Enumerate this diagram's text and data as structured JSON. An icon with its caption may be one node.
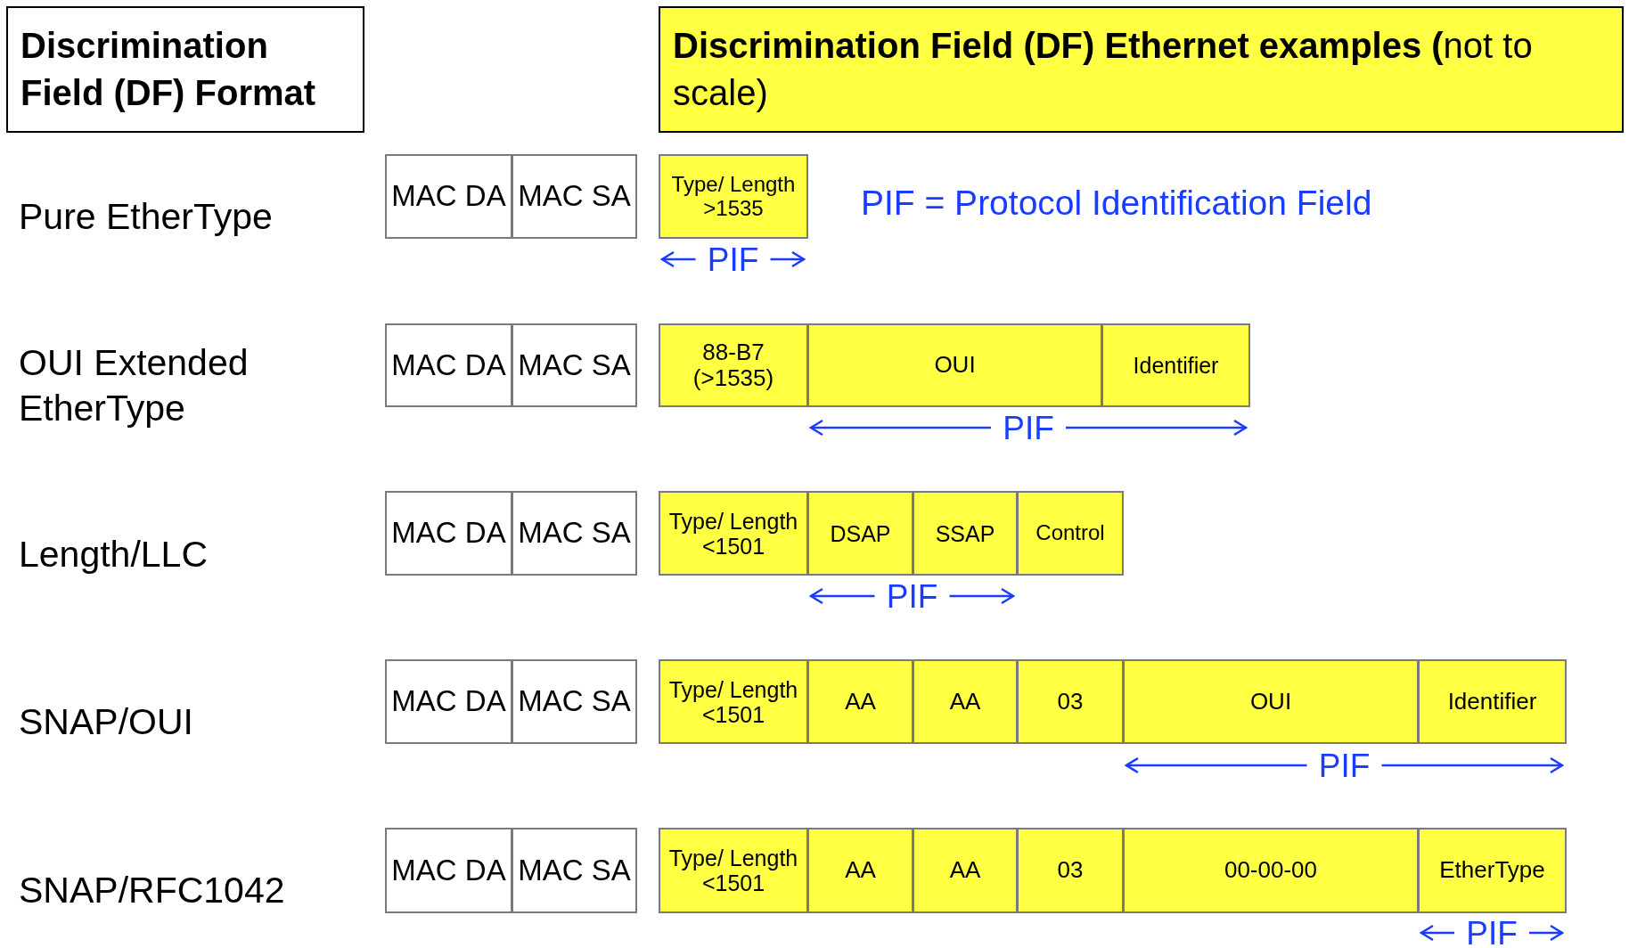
{
  "diagram": {
    "nodes": [
      {
        "text": [
          "Discrimination Field (DF) Format"
        ]
      },
      {
        "text": [
          "**Discrimination Field (DF) Ethernet examples (**not to scale)"
        ]
      },
      {
        "text": [
          "MAC DA"
        ]
      },
      {
        "text": [
          "MAC SA"
        ]
      },
      {
        "text": [
          "Type/ Length >1535"
        ]
      },
      {
        "text": [
          "MAC DA"
        ]
      },
      {
        "text": [
          "MAC SA"
        ]
      },
      {
        "text": [
          "88-B7 (>1535)"
        ]
      },
      {
        "text": [
          "OUI"
        ]
      },
      {
        "text": [
          "Identifier"
        ]
      },
      {
        "text": [
          "MAC DA"
        ]
      },
      {
        "text": [
          "MAC SA"
        ]
      },
      {
        "text": [
          "Type/ Length <1501"
        ]
      },
      {
        "text": [
          "DSAP"
        ]
      },
      {
        "text": [
          "SSAP"
        ]
      },
      {
        "text": [
          "Control"
        ]
      },
      {
        "text": [
          "MAC DA"
        ]
      },
      {
        "text": [
          "MAC SA"
        ]
      },
      {
        "text": [
          "Type/ Length <1501"
        ]
      },
      {
        "text": [
          "AA"
        ]
      },
      {
        "text": [
          "AA"
        ]
      },
      {
        "text": [
          "03"
        ]
      },
      {
        "text": [
          "OUI"
        ]
      },
      {
        "text": [
          "Identifier"
        ]
      },
      {
        "text": [
          "MAC DA"
        ]
      },
      {
        "text": [
          "MAC SA"
        ]
      },
      {
        "text": [
          "Type/ Length <1501"
        ]
      },
      {
        "text": [
          "AA"
        ]
      },
      {
        "text": [
          "AA"
        ]
      },
      {
        "text": [
          "03"
        ]
      },
      {
        "text": [
          "00-00-00"
        ]
      },
      {
        "text": [
          "EtherType"
        ]
      }
    ],
    "labels": [
      "Pure EtherType",
      "PIF = Protocol Identification Field",
      "PIF",
      "OUI Extended EtherType",
      "PIF",
      "Length/LLC",
      "PIF",
      "SNAP/OUI",
      "PIF",
      "SNAP/RFC1042",
      "PIF"
    ]
  }
}
